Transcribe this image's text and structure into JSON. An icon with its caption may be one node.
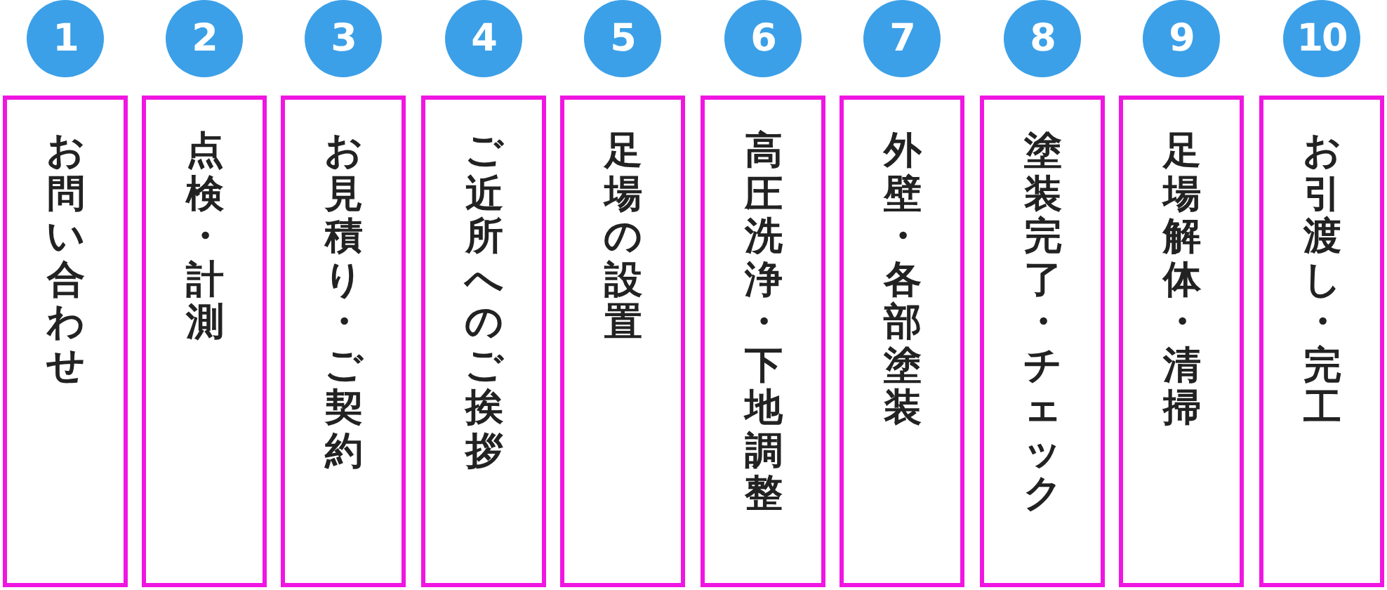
{
  "diagram": {
    "nodes": [
      {
        "text": [
          "1"
        ]
      },
      {
        "text": [
          "お問い合わせ"
        ]
      },
      {
        "text": [
          "2"
        ]
      },
      {
        "text": [
          "点検・計測"
        ]
      },
      {
        "text": [
          "3"
        ]
      },
      {
        "text": [
          "お見積り・ご契約"
        ]
      },
      {
        "text": [
          "4"
        ]
      },
      {
        "text": [
          "ご近所へのご挨拶"
        ]
      },
      {
        "text": [
          "5"
        ]
      },
      {
        "text": [
          "足場の設置"
        ]
      },
      {
        "text": [
          "6"
        ]
      },
      {
        "text": [
          "高圧洗浄・下地調整"
        ]
      },
      {
        "text": [
          "7"
        ]
      },
      {
        "text": [
          "外壁・各部塗装"
        ]
      },
      {
        "text": [
          "8"
        ]
      },
      {
        "text": [
          "塗装完了・チェック"
        ]
      },
      {
        "text": [
          "9"
        ]
      },
      {
        "text": [
          "足場解体・清掃"
        ]
      },
      {
        "text": [
          "10"
        ]
      },
      {
        "text": [
          "お引渡し・完工"
        ]
      }
    ]
  }
}
